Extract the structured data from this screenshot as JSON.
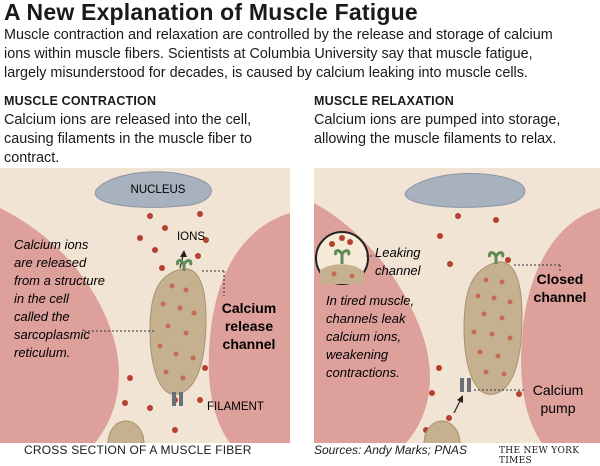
{
  "title": "A New Explanation of Muscle Fatigue",
  "intro": [
    "Muscle contraction and relaxation are controlled by the release and storage of calcium",
    "ions within muscle fibers. Scientists at Columbia University say that muscle fatigue,",
    "largely misunderstood for decades, is caused by calcium leaking into muscle cells."
  ],
  "left_panel": {
    "heading": "MUSCLE CONTRACTION",
    "description": [
      "Calcium ions are released into the cell,",
      "causing filaments in the muscle fiber to",
      "contract."
    ],
    "nucleus": "NUCLEUS",
    "ions": "IONS",
    "note": [
      "Calcium ions",
      "are released",
      "from a structure",
      "in the cell",
      "called the",
      "sarcoplasmic",
      "reticulum."
    ],
    "channel_label": [
      "Calcium",
      "release",
      "channel"
    ],
    "filament": "FILAMENT"
  },
  "right_panel": {
    "heading": "MUSCLE RELAXATION",
    "description": [
      "Calcium ions are pumped into storage,",
      "allowing the muscle filaments to relax."
    ],
    "leaking": [
      "Leaking",
      "channel"
    ],
    "note": [
      "In tired muscle,",
      "channels leak",
      "calcium ions,",
      "weakening",
      "contractions."
    ],
    "closed": [
      "Closed",
      "channel"
    ],
    "pump": [
      "Calcium",
      "pump"
    ]
  },
  "footer": {
    "caption": "CROSS SECTION OF A MUSCLE FIBER",
    "sources": "Sources: Andy Marks; PNAS",
    "credit": "THE NEW YORK TIMES"
  },
  "colors": {
    "cell_fill": "#f2e4d4",
    "filament_fill": "#dda09b",
    "nucleus_fill": "#a8b2bf",
    "reticulum_fill": "#c5b090",
    "ion": "#b5402f",
    "channel": "#5e8a55",
    "pump": "#6b6f78"
  }
}
